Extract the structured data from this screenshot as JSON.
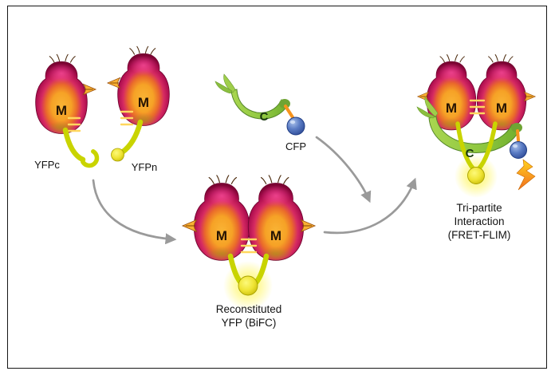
{
  "figure": {
    "labels": {
      "molecule": "M",
      "yfpc": "YFPc",
      "yfpn": "YFPn",
      "c_terminal": "C",
      "cfp": "CFP"
    },
    "captions": {
      "bifc_line1": "Reconstituted",
      "bifc_line2": "YFP (BiFC)",
      "fret_line1": "Tri-partite",
      "fret_line2": "Interaction",
      "fret_line3": "(FRET-FLIM)"
    },
    "colors": {
      "molecule_crimson": "#c4125f",
      "molecule_orange": "#f6a62b",
      "yfp_yellow_green": "#c9d400",
      "reconstituted_yfp_glow": "#fff44f",
      "crescent_green": "#8dc63f",
      "cfp_blue": "#3b5bab",
      "bolt_orange": "#f7941d",
      "arrow_gray": "#9a9a9a",
      "frame_black": "#161616"
    }
  }
}
